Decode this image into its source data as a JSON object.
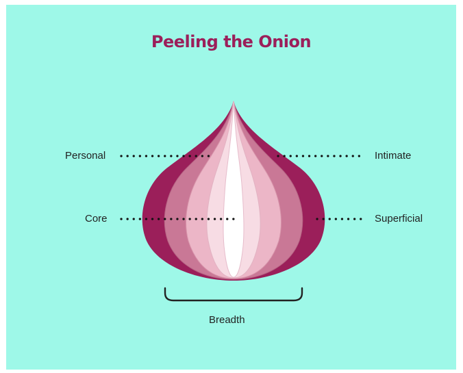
{
  "title": "Peeling the Onion",
  "labels": {
    "personal": "Personal",
    "intimate": "Intimate",
    "core": "Core",
    "superficial": "Superficial",
    "breadth": "Breadth"
  },
  "colors": {
    "background": "#9ef8e8",
    "title": "#9b1f5a",
    "layer_outer": "#9b1f5a",
    "layer_2": "#c97896",
    "layer_3": "#ecb6c7",
    "layer_4": "#f7dce4",
    "layer_core": "#ffffff",
    "dots": "#111111"
  }
}
